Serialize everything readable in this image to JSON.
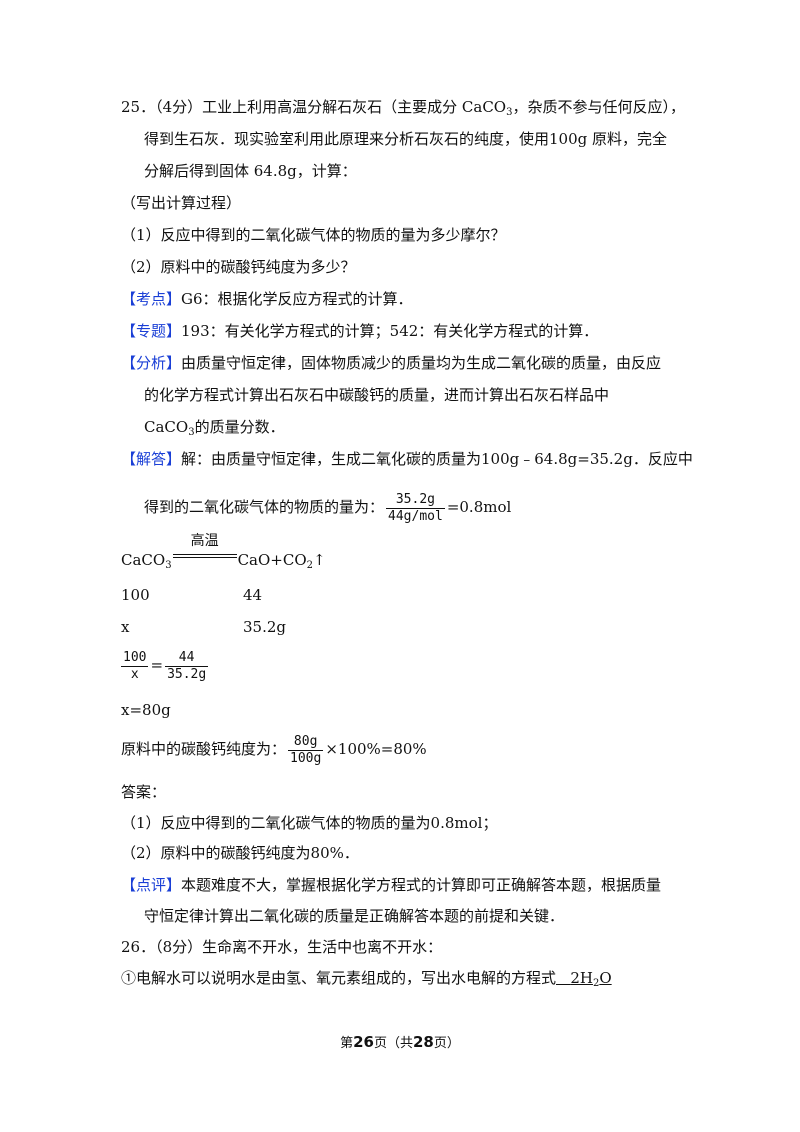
{
  "q25": {
    "line1": "25．（4分）工业上利用高温分解石灰石（主要成分 CaCO",
    "line1_sub": "3",
    "line1_tail": "，杂质不参与任何反应），",
    "line2": "得到生石灰．现实验室利用此原理来分析石灰石的纯度，使用100g 原料，完全",
    "line3": "分解后得到固体 64.8g，计算：",
    "line4": "（写出计算过程）",
    "line5": "（1）反应中得到的二氧化碳气体的物质的量为多少摩尔？",
    "line6": "（2）原料中的碳酸钙纯度为多少？",
    "kaodian_tag": "【考点】",
    "kaodian_text": "G6：根据化学反应方程式的计算．",
    "zhuanti_tag": "【专题】",
    "zhuanti_text": "193：有关化学方程式的计算；542：有关化学方程式的计算．",
    "fenxi_tag": "【分析】",
    "fenxi_line1": "由质量守恒定律，固体物质减少的质量均为生成二氧化碳的质量，由反应",
    "fenxi_line2": "的化学方程式计算出石灰石中碳酸钙的质量，进而计算出石灰石样品中",
    "fenxi_line3_a": "CaCO",
    "fenxi_line3_sub": "3",
    "fenxi_line3_b": "的质量分数．",
    "jieda_tag": "【解答】",
    "jieda_line1": "解：由质量守恒定律，生成二氧化碳的质量为100g﹣64.8g=35.2g．反应中",
    "jieda_line2_prefix": "得到的二氧化碳气体的物质的量为：",
    "jieda_frac1_num": "35.2g",
    "jieda_frac1_den": "44g/mol",
    "jieda_line2_suffix": "=0.8mol",
    "eq_left": "CaCO",
    "eq_left_sub": "3",
    "eq_condition": "高温",
    "eq_right_a": "CaO+CO",
    "eq_right_sub": "2",
    "eq_right_arrow": "↑",
    "ratio_row1_left": "100",
    "ratio_row1_right": "44",
    "ratio_row2_left": "x",
    "ratio_row2_right": "35.2g",
    "prop_num1": "100",
    "prop_den1": "x",
    "prop_eq": "=",
    "prop_num2": "44",
    "prop_den2": "35.2g",
    "x_result": "x=80g",
    "purity_prefix": "原料中的碳酸钙纯度为：",
    "purity_num": "80g",
    "purity_den": "100g",
    "purity_suffix": "×100%=80%",
    "answer_label": "答案：",
    "answer1": "（1）反应中得到的二氧化碳气体的物质的量为0.8mol；",
    "answer2": "（2）原料中的碳酸钙纯度为80%．",
    "dianping_tag": "【点评】",
    "dianping_line1": "本题难度不大，掌握根据化学方程式的计算即可正确解答本题，根据质量",
    "dianping_line2": "守恒定律计算出二氧化碳的质量是正确解答本题的前提和关键．"
  },
  "q26": {
    "line1": "26．（8分）生命离不开水，生活中也离不开水：",
    "line2_prefix": "①电解水可以说明水是由氢、氧元素组成的，写出水电解的方程式",
    "line2_answer": "2H",
    "line2_answer_sub": "2",
    "line2_answer_tail": "O"
  },
  "footer": {
    "prefix": "第",
    "page": "26",
    "middle": "页（共",
    "total": "28",
    "suffix": "页）"
  },
  "colors": {
    "tag_blue": "#1a3fd6",
    "text": "#111111"
  }
}
